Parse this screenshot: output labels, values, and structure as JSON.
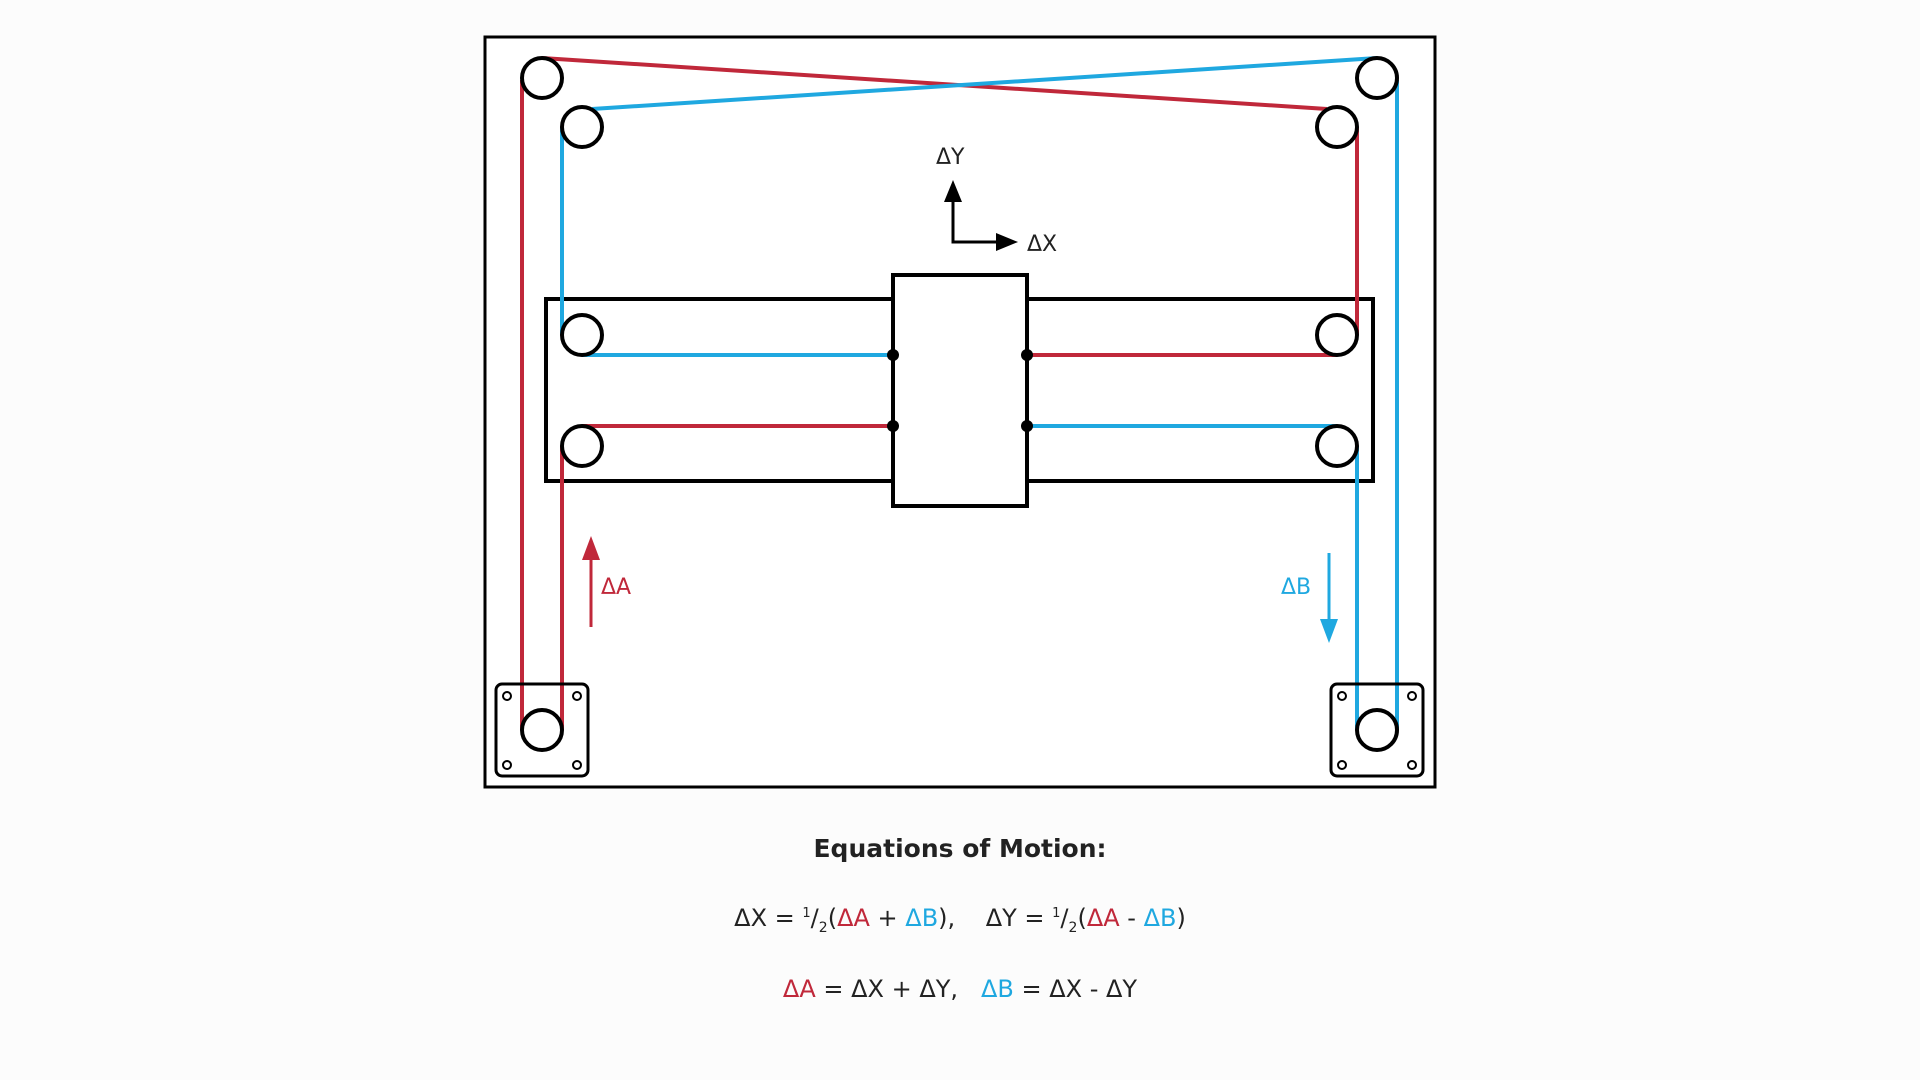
{
  "diagram": {
    "type": "CoreXY belt kinematics",
    "colors": {
      "belt_a": "#c0283a",
      "belt_b": "#1fa8e0",
      "frame": "#000000"
    },
    "labels": {
      "dy": "ΔY",
      "dx": "ΔX",
      "da": "ΔA",
      "db": "ΔB"
    }
  },
  "equations": {
    "title": "Equations of Motion:",
    "line1": {
      "dx_lhs": "ΔX = ",
      "half": "1",
      "half_den": "2",
      "open": "(",
      "da": "ΔA",
      "plus": " + ",
      "db": "ΔB",
      "close_comma": "),",
      "dy_lhs": "ΔY = ",
      "minus": " - ",
      "close": ")"
    },
    "line2": {
      "da": "ΔA",
      "da_rhs": " = ΔX + ΔY,",
      "db": "ΔB",
      "db_rhs": " = ΔX - ΔY"
    }
  }
}
